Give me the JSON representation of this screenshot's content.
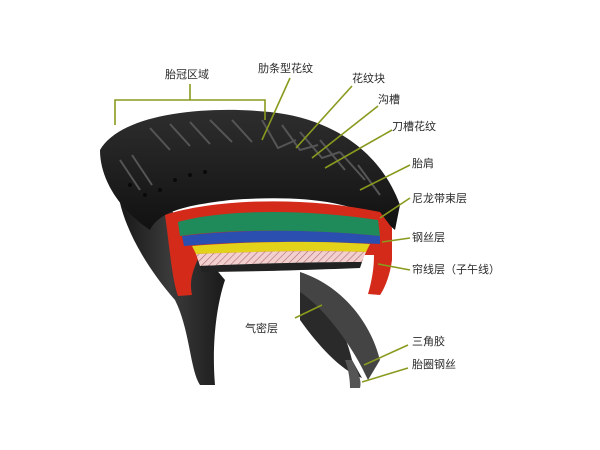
{
  "labels": {
    "crown_area": "胎冠区域",
    "rib_tread": "肋条型花纹",
    "tread_block": "花纹块",
    "groove": "沟槽",
    "sipe_tread": "刀槽花纹",
    "shoulder": "胎肩",
    "nylon_belt": "尼龙带束层",
    "steel_belt": "钢丝层",
    "ply_radial": "帘线层（子午线）",
    "inner_liner": "气密层",
    "bead_filler": "三角胶",
    "bead_wire": "胎圈钢丝"
  },
  "colors": {
    "rubber_dark": "#1c1c1c",
    "rubber_mid": "#3a3a3a",
    "red_layer": "#d42a1a",
    "green_layer": "#1f8a5a",
    "blue_layer": "#2a4fb0",
    "yellow_layer": "#e2d21a",
    "pink_layer": "#e8b4b4",
    "leader_line": "#8a9a1e"
  }
}
